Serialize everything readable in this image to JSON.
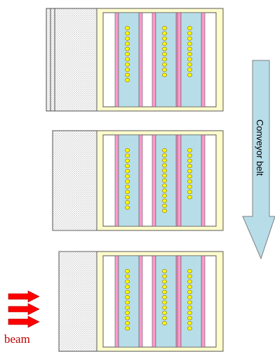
{
  "conveyor": {
    "label": "Conveyor belt",
    "arrow_fill": "#b7dde8",
    "arrow_stroke": "#7f7f7f"
  },
  "beam": {
    "label": "beam",
    "color": "#ff0000",
    "arrow_count": 3
  },
  "colors": {
    "shield_pattern": "#d9d9d9",
    "frame_fill": "#fffccc",
    "sample_fill": "#b7dde8",
    "electrode_fill": "#ff99cc",
    "bead_fill": "#ffff00",
    "bead_stroke": "#9a7a00",
    "outline": "#595959"
  },
  "assemblies": [
    {
      "name": "top",
      "beads_per_column": [
        11,
        10,
        10
      ]
    },
    {
      "name": "middle",
      "beads_per_column": [
        12,
        13,
        10
      ]
    },
    {
      "name": "bottom",
      "beads_per_column": [
        12,
        11,
        12
      ]
    }
  ]
}
